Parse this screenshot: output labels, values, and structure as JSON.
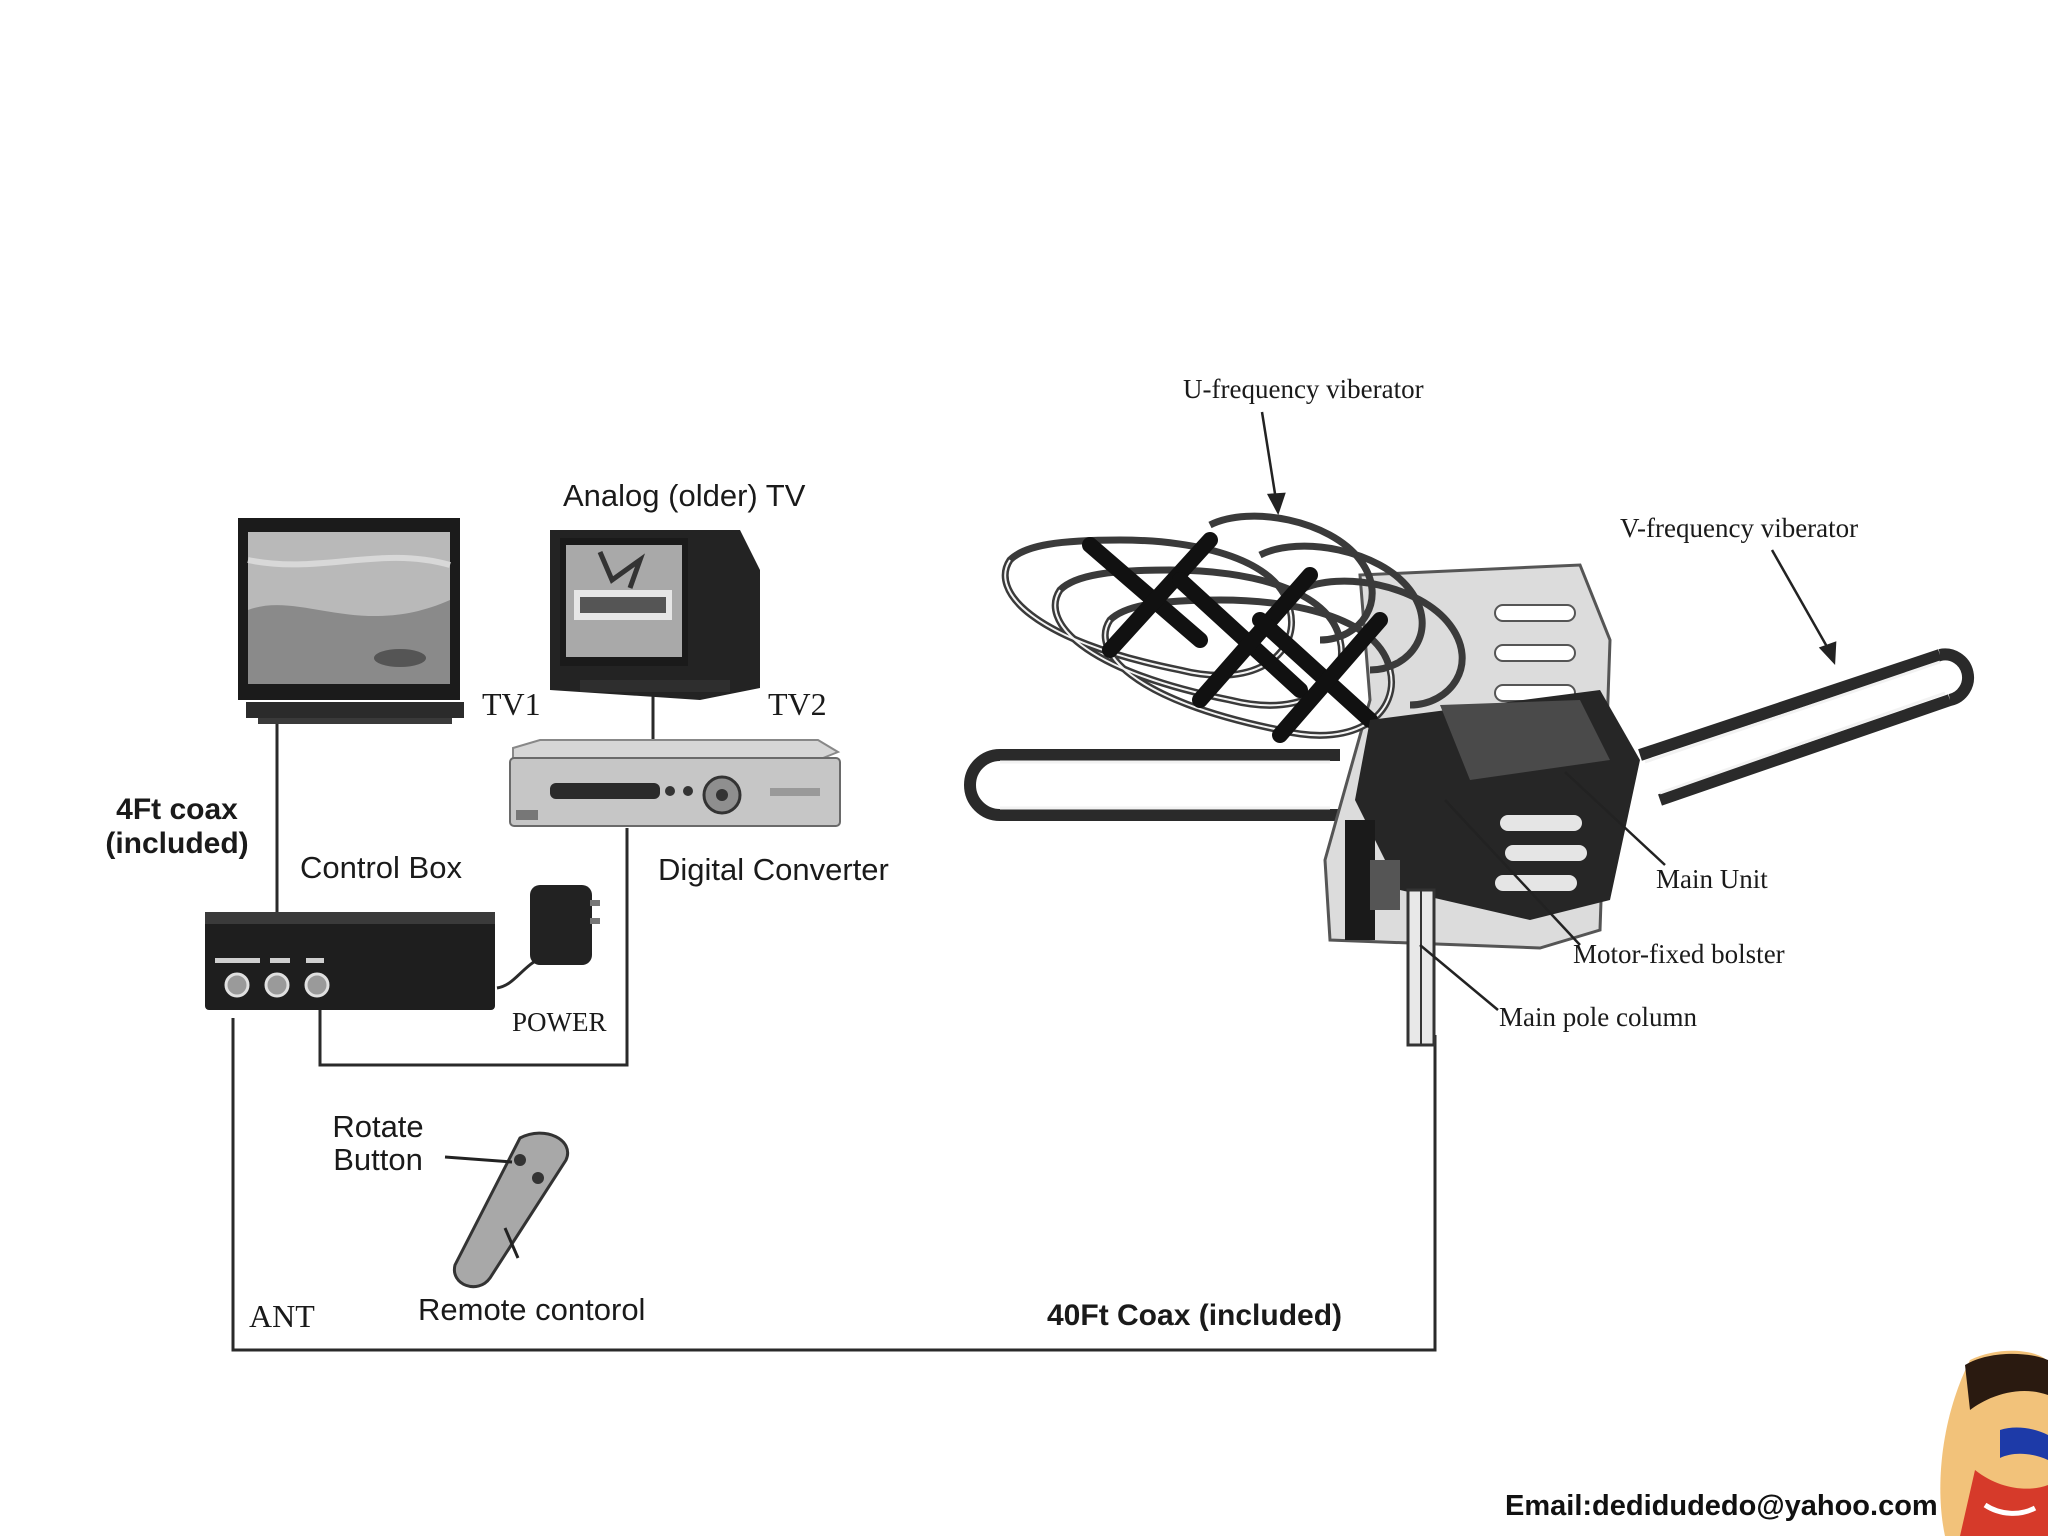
{
  "diagram": {
    "left_setup": {
      "tv1": "TV1",
      "tv2": "TV2",
      "analog_tv": "Analog (older) TV",
      "coax_short": [
        "4Ft coax",
        "(included)"
      ],
      "control_box": "Control Box",
      "digital_converter": "Digital Converter",
      "power": "POWER",
      "rotate_button": [
        "Rotate",
        "Button"
      ],
      "remote_control": "Remote contorol",
      "ant": "ANT",
      "coax_long": "40Ft Coax (included)"
    },
    "antenna": {
      "u_frequency": "U-frequency viberator",
      "v_frequency": "V-frequency viberator",
      "main_unit": "Main Unit",
      "motor_bolster": "Motor-fixed bolster",
      "main_pole": "Main pole column"
    }
  },
  "footer": {
    "email": "Email:dedidudedo@yahoo.com"
  }
}
